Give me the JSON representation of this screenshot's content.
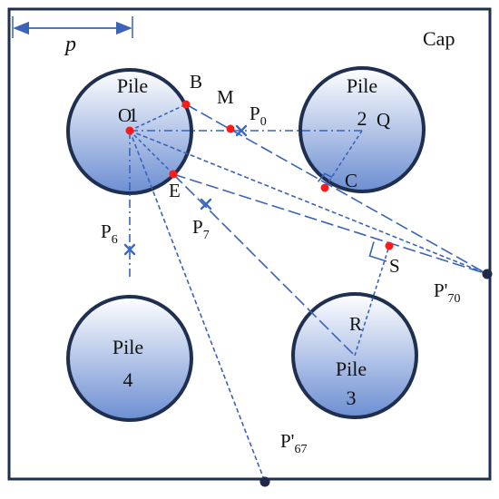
{
  "colors": {
    "outline": "#1f2f4f",
    "pile_fill_top": "#ffffff",
    "pile_fill_bottom": "#6c8ed2",
    "dash": "#3b63b7",
    "point_red": "#ff1a1a",
    "point_x": "#3b67c7",
    "point_dark": "#1e2a48"
  },
  "cap": {
    "label": "Cap"
  },
  "dimension": {
    "label": "p"
  },
  "piles": [
    {
      "line1": "Pile",
      "line2": "1"
    },
    {
      "line1": "Pile",
      "line2": "2"
    },
    {
      "line1": "Pile",
      "line2": "3"
    },
    {
      "line1": "Pile",
      "line2": "4"
    }
  ],
  "points": {
    "O": {
      "label": "O"
    },
    "Q": {
      "label": "Q"
    },
    "B": {
      "label": "B"
    },
    "M": {
      "label": "M"
    },
    "C": {
      "label": "C"
    },
    "E": {
      "label": "E"
    },
    "S": {
      "label": "S"
    },
    "R": {
      "label": "R"
    },
    "P0": {
      "label": "P",
      "sub": "0"
    },
    "P6": {
      "label": "P",
      "sub": "6"
    },
    "P7": {
      "label": "P",
      "sub": "7"
    },
    "P70": {
      "label": "P'",
      "sub": "70"
    },
    "P67": {
      "label": "P'",
      "sub": "67"
    }
  },
  "icons": {
    "p0_marker": "x-marker-icon",
    "p6_marker": "x-marker-icon",
    "p7_marker": "x-marker-icon",
    "p70_marker": "dot-icon",
    "p67_marker": "dot-icon"
  }
}
